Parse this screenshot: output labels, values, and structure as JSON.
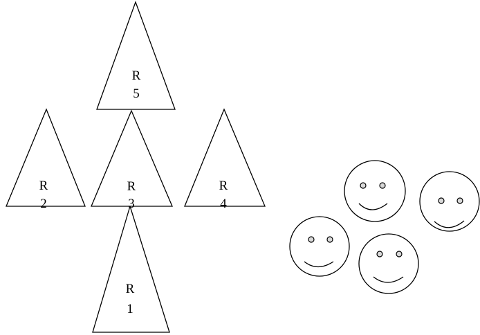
{
  "diagram": {
    "triangles": [
      {
        "id": "r5",
        "letter": "R",
        "number": "5"
      },
      {
        "id": "r2",
        "letter": "R",
        "number": "2"
      },
      {
        "id": "r3",
        "letter": "R",
        "number": "3"
      },
      {
        "id": "r4",
        "letter": "R",
        "number": "4"
      },
      {
        "id": "r1",
        "letter": "R",
        "number": "1"
      }
    ],
    "faces": [
      {
        "id": "face-top-middle"
      },
      {
        "id": "face-right"
      },
      {
        "id": "face-left"
      },
      {
        "id": "face-bottom-middle"
      }
    ],
    "colors": {
      "stroke": "#000000",
      "eye_fill": "#d9d9d9",
      "background": "#ffffff"
    }
  }
}
